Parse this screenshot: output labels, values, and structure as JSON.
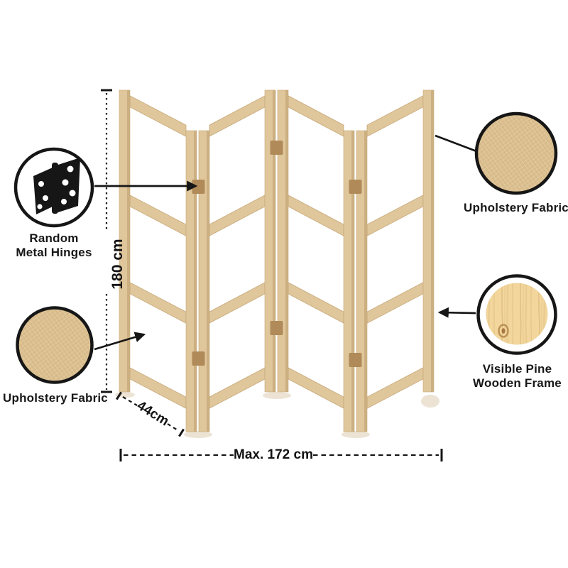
{
  "palette": {
    "ink": "#161616",
    "wood": "#dfc69b",
    "wood-side": "#c6a878",
    "hinge-wood": "#b08a58",
    "fabric-base": "#dbbf90",
    "fabric-line": "#c9ab79",
    "fabric-light": "#ecdbb2",
    "pine-base": "#f2d69c",
    "pine-grain": "#ddba7e",
    "pine-knot": "#b3854a",
    "shadow": "#cdb68d"
  },
  "callouts": {
    "hinges": {
      "icon": "metal-hinge",
      "label_lines": [
        "Random",
        "Metal Hinges"
      ]
    },
    "fabric_left": {
      "icon": "fabric-swatch",
      "label_lines": [
        "Upholstery Fabric"
      ]
    },
    "fabric_right": {
      "icon": "fabric-swatch",
      "label_lines": [
        "Upholstery Fabric"
      ]
    },
    "pine": {
      "icon": "pine-wood-swatch",
      "label_lines": [
        "Visible Pine",
        "Wooden Frame"
      ]
    }
  },
  "dimensions": {
    "height_label": "180 cm",
    "panel_width_label": "44cm",
    "total_width_label": "Max. 172 cm"
  }
}
